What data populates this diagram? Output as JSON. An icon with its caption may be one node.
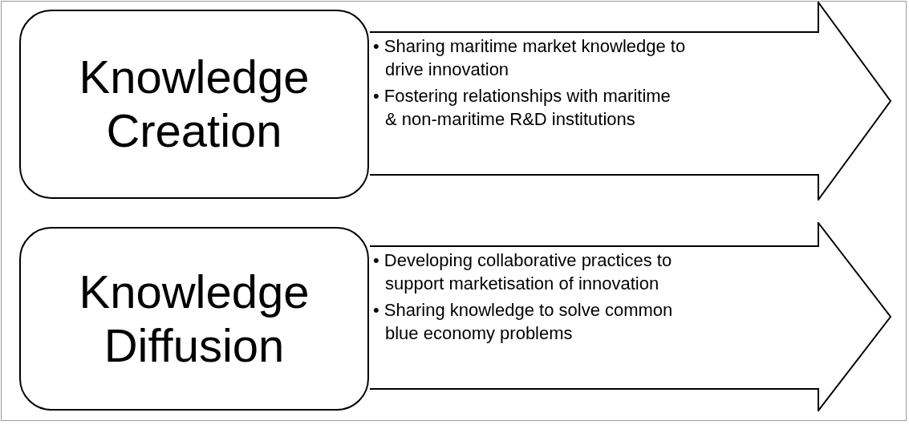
{
  "diagram": {
    "nodes": [
      {
        "text": [
          "Knowledge Creation"
        ]
      },
      {
        "text": [
          "• Sharing maritime market knowledge to drive innovation",
          "• Fostering relationships with maritime & non-maritime R&D institutions"
        ]
      },
      {
        "text": [
          "Knowledge Diffusion"
        ]
      },
      {
        "text": [
          "• Developing collaborative practices to support marketisation of innovation",
          "• Sharing knowledge to solve common blue economy problems"
        ]
      }
    ],
    "edges": []
  }
}
